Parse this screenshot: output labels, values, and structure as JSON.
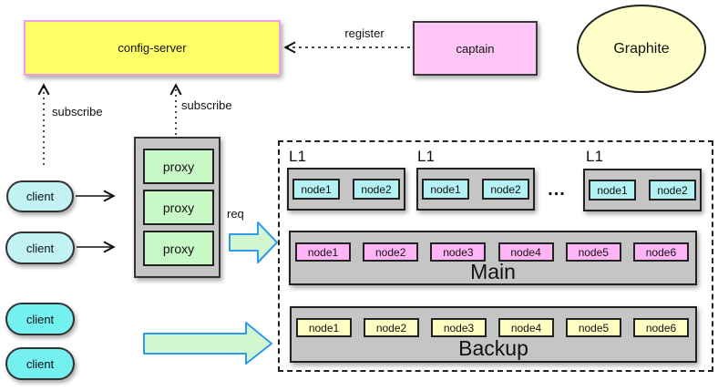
{
  "nodes": {
    "config_server": {
      "label": "config-server"
    },
    "captain": {
      "label": "captain"
    },
    "graphite": {
      "label": "Graphite"
    }
  },
  "labels": {
    "register": "register",
    "subscribe_left": "subscribe",
    "subscribe_right": "subscribe",
    "req": "req",
    "ellipsis": "..."
  },
  "clients": [
    "client",
    "client",
    "client",
    "client"
  ],
  "proxies": [
    "proxy",
    "proxy",
    "proxy"
  ],
  "l1_groups": [
    {
      "label": "L1",
      "nodes": [
        "node1",
        "node2"
      ]
    },
    {
      "label": "L1",
      "nodes": [
        "node1",
        "node2"
      ]
    },
    {
      "label": "L1",
      "nodes": [
        "node1",
        "node2"
      ]
    }
  ],
  "main_pool": {
    "label": "Main",
    "nodes": [
      "node1",
      "node2",
      "node3",
      "node4",
      "node5",
      "node6"
    ]
  },
  "backup_pool": {
    "label": "Backup",
    "nodes": [
      "node1",
      "node2",
      "node3",
      "node4",
      "node5",
      "node6"
    ]
  },
  "colors": {
    "config_server_fill": "#FFFF66",
    "config_server_border": "#F2A0E6",
    "captain_fill": "#FFC6F7",
    "graphite_fill": "#FFFFC9",
    "client_fill_light": "#C2F2F4",
    "client_fill_bright": "#74F0F0",
    "proxy_fill": "#C9F8C7",
    "container_gray": "#C5C5C5",
    "l1_node_fill": "#B3F1F2",
    "main_node_fill": "#FFB5F5",
    "backup_node_fill": "#FFFFC4",
    "block_arrow_fill": "#D2F7CE",
    "block_arrow_border": "#2E9BF0",
    "arrow_stroke": "#111111"
  }
}
